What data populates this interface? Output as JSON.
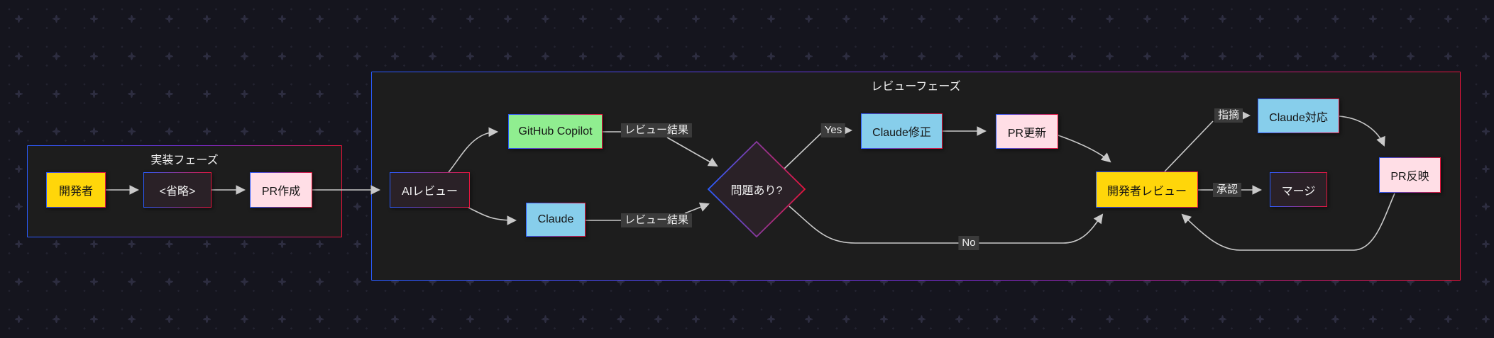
{
  "diagram": {
    "subgraphs": {
      "implementation": {
        "title": "実装フェーズ"
      },
      "review": {
        "title": "レビューフェーズ"
      }
    },
    "nodes": {
      "dev": {
        "label": "開発者"
      },
      "omit": {
        "label": "<省略>"
      },
      "pr_create": {
        "label": "PR作成"
      },
      "ai_review": {
        "label": "AIレビュー"
      },
      "copilot": {
        "label": "GitHub Copilot"
      },
      "claude": {
        "label": "Claude"
      },
      "problem": {
        "label": "問題あり?"
      },
      "claude_fix": {
        "label": "Claude修正"
      },
      "pr_update": {
        "label": "PR更新"
      },
      "dev_review": {
        "label": "開発者レビュー"
      },
      "claude_handle": {
        "label": "Claude対応"
      },
      "merge": {
        "label": "マージ"
      },
      "pr_reflect": {
        "label": "PR反映"
      }
    },
    "edge_labels": {
      "review_result_top": "レビュー結果",
      "review_result_bottom": "レビュー結果",
      "yes": "Yes",
      "no": "No",
      "point_out": "指摘",
      "approve": "承認"
    },
    "colors": {
      "background": "#15151e",
      "grid_dot": "#232330",
      "grid_cross": "#2d2d40",
      "panel": "#1d1d1d",
      "border_blue": "#2a5cff",
      "border_red": "#e8143c",
      "node_yellow": "#ffd60a",
      "node_green": "#90ee90",
      "node_blue": "#87ceeb",
      "node_pink": "#ffdee6",
      "node_dark": "#2a2127",
      "edge_line": "#c9c9c9",
      "edge_label_bg": "#3b3b3b",
      "text_light": "#f0f0f0",
      "text_dark": "#141414"
    }
  }
}
